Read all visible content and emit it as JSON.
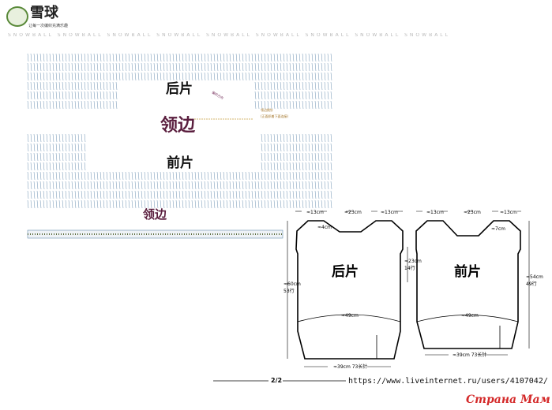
{
  "logo": {
    "name": "雪球",
    "tagline": "让每一次编织充满乐趣"
  },
  "brand_strip": "SNOWBALL SNOWBALL SNOWBALL SNOWBALL SNOWBALL SNOWBALL SNOWBALL SNOWBALL SNOWBALL",
  "chart": {
    "back_label": "后片",
    "neck_label": "领边",
    "front_label": "前片",
    "arrow_note": "编织方向",
    "side_note_1": "领边挑针",
    "side_note_2": "(正面织着下面连接)"
  },
  "neckband_label": "领边",
  "back_panel": {
    "title": "后片",
    "top_left": "≈13cm",
    "top_mid": "≈23cm",
    "top_right": "≈13cm",
    "neck_depth": "≈4cm",
    "height": "≈60cm",
    "rows": "53行",
    "armhole": "≈23cm",
    "armhole_rows": "14行",
    "width": "≈49cm",
    "bottom": "≈39cm 73长针"
  },
  "front_panel": {
    "title": "前片",
    "top_left": "≈13cm",
    "top_mid": "≈23cm",
    "top_right": "≈13cm",
    "neck_depth": "≈7cm",
    "height": "≈54cm",
    "rows": "49行",
    "width": "≈49cm",
    "bottom": "≈39cm 73长针"
  },
  "footer": {
    "page": "2/2",
    "url": "https://www.liveinternet.ru/users/4107042/",
    "watermark": "Страна Мам"
  }
}
